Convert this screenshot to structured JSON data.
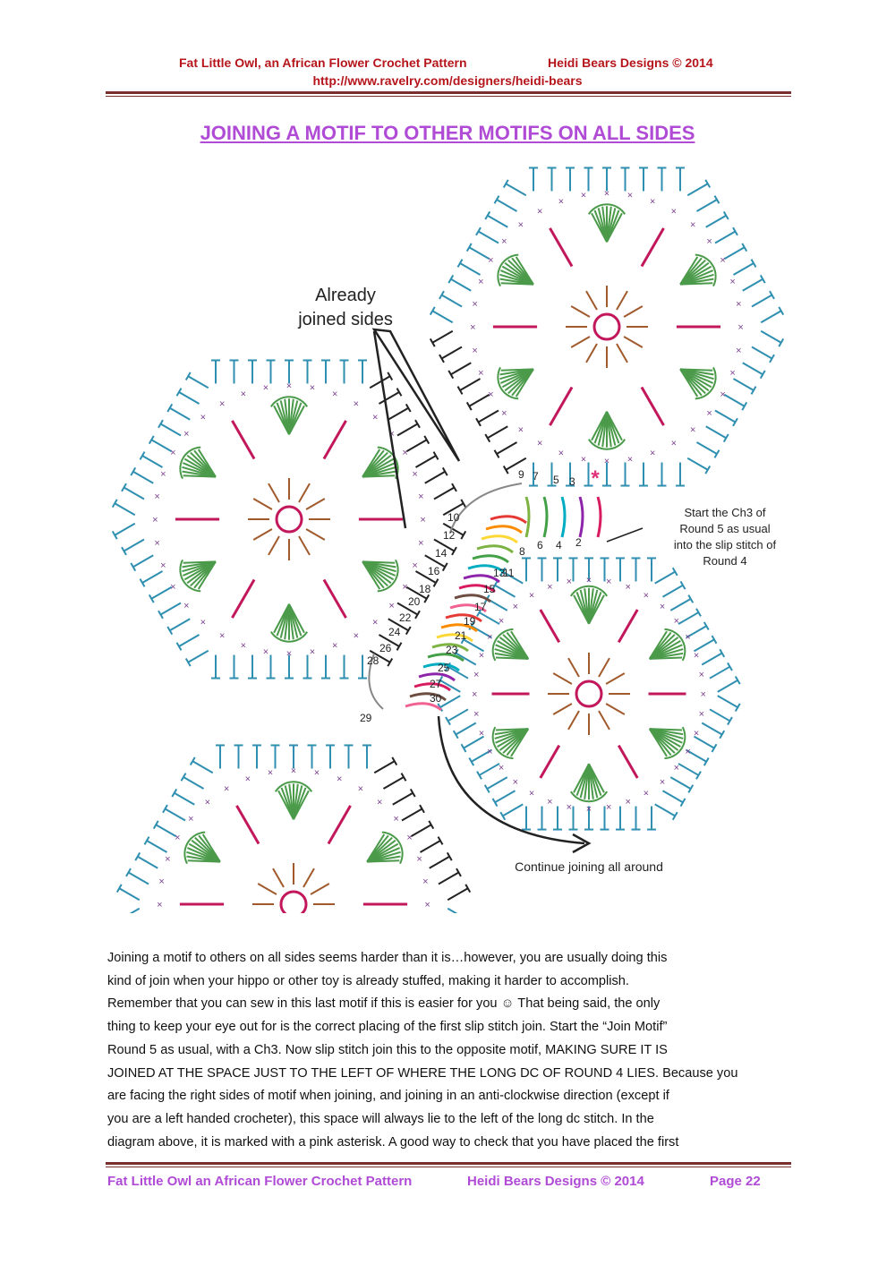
{
  "header": {
    "left": "Fat Little Owl, an African Flower Crochet Pattern",
    "right": "Heidi Bears Designs © 2014",
    "url": "http://www.ravelry.com/designers/heidi-bears"
  },
  "title": "JOINING A MOTIF TO OTHER MOTIFS ON ALL SIDES",
  "diagram": {
    "callout_joined_line1": "Already",
    "callout_joined_line2": "joined sides",
    "callout_start_lines": [
      "Start the Ch3 of",
      "Round 5 as usual",
      "into the slip stitch of",
      "Round 4"
    ],
    "callout_continue": "Continue joining all around",
    "numbers_top": [
      "9",
      "7",
      "5",
      "3"
    ],
    "numbers_bottom": [
      "8",
      "6",
      "4",
      "2"
    ],
    "numbers_left": [
      "10",
      "12",
      "14",
      "16",
      "18",
      "20",
      "22",
      "24",
      "26",
      "28"
    ],
    "numbers_right": [
      "11",
      "13",
      "15",
      "17",
      "19",
      "21",
      "23",
      "25",
      "27",
      "30"
    ],
    "number_29": "29",
    "asterisk": "*",
    "colors": {
      "outer": "#2f8fb0",
      "green": "#4a9a4a",
      "magenta": "#c2185b",
      "brown": "#a05a2c",
      "purple": "#7b3f8f",
      "black": "#222222",
      "asterisk": "#e0307a"
    }
  },
  "body_lines": [
    "Joining a motif to others on all sides seems harder than it is…however, you are usually doing this",
    "kind of join when your hippo or other toy is already stuffed, making it harder to accomplish.",
    "Remember that you can sew in this last motif if this is easier for you ☺ That being said, the only",
    "thing to keep your eye out for is the correct placing of the first slip stitch join. Start the “Join Motif”",
    "Round 5 as usual, with a Ch3. Now slip stitch join this to the opposite motif, MAKING SURE IT IS",
    "JOINED AT THE SPACE JUST TO THE LEFT OF WHERE THE LONG DC OF ROUND 4 LIES. Because you",
    "are facing the right sides of motif when joining, and joining in an anti-clockwise direction (except if",
    "you are a left handed crocheter), this space will always lie to the left of the long dc stitch. In the",
    "diagram above, it is marked with a pink asterisk. A good way to check that you have placed the first"
  ],
  "footer": {
    "left": "Fat Little Owl an African Flower Crochet Pattern",
    "middle": "Heidi Bears Designs © 2014",
    "right": "Page 22"
  }
}
